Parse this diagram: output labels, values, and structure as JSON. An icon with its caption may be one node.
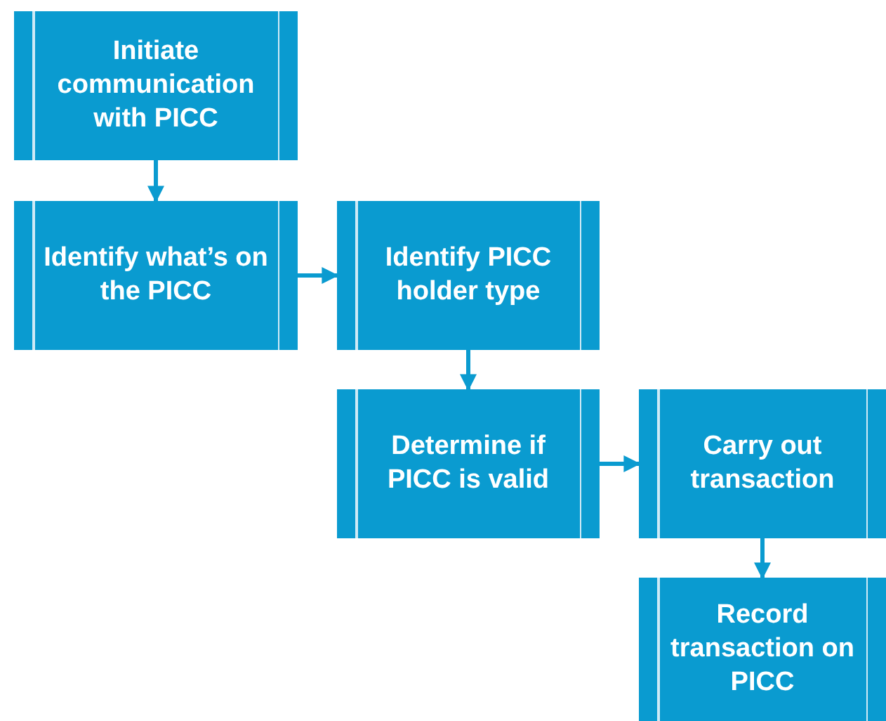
{
  "diagram": {
    "nodes": [
      {
        "text": [
          "Initiate communication with PICC"
        ]
      },
      {
        "text": [
          "Identify what’s on the PICC"
        ]
      },
      {
        "text": [
          "Identify PICC holder type"
        ]
      },
      {
        "text": [
          "Determine if PICC is valid"
        ]
      },
      {
        "text": [
          "Carry out transaction"
        ]
      },
      {
        "text": [
          "Record transaction on PICC"
        ]
      }
    ],
    "edges": [
      {
        "from": 0,
        "to": 1,
        "arrow": "to"
      },
      {
        "from": 1,
        "to": 2,
        "arrow": "to"
      },
      {
        "from": 2,
        "to": 3,
        "arrow": "to"
      },
      {
        "from": 3,
        "to": 4,
        "arrow": "to"
      },
      {
        "from": 4,
        "to": 5,
        "arrow": "to"
      }
    ]
  }
}
